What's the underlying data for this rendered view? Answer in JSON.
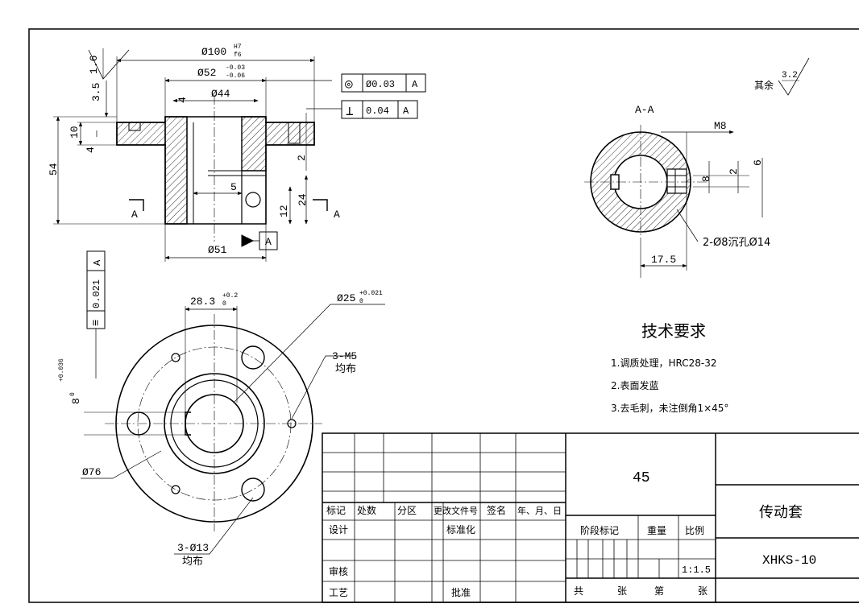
{
  "roughness": {
    "flange_face": "1.6",
    "others_label": "其余",
    "others_value": "3.2"
  },
  "section_view": {
    "label_top": "A-A",
    "cut_mark": "A",
    "thread": "M8",
    "hole_note": "2-Ø8沉孔Ø14",
    "dim_horizontal": "17.5",
    "dim_8": "8",
    "dim_2": "2",
    "dim_6": "6"
  },
  "front_view": {
    "dia_100": "Ø100",
    "dia_100_tol_upper": "H7",
    "dia_100_tol_lower": "f6",
    "dia_52": "Ø52",
    "dia_52_tol_upper": "-0.03",
    "dia_52_tol_lower": "-0.06",
    "dia_44": "Ø44",
    "dia_51": "Ø51",
    "dim_54": "54",
    "dim_10": "10",
    "dim_4_left": "4",
    "dim_3_5": "3.5",
    "dim_4_top": "4",
    "dim_5": "5",
    "dim_24": "24",
    "dim_12": "12",
    "dim_2": "2",
    "datum": "A"
  },
  "tolerance_frames": {
    "concentricity": {
      "symbol": "◎",
      "value": "Ø0.03",
      "datum": "A"
    },
    "perpendicularity": {
      "symbol": "⊥",
      "value": "0.04",
      "datum": "A"
    },
    "symmetry": {
      "symbol": "≡",
      "value": "0.021",
      "datum": "A"
    }
  },
  "top_view": {
    "dim_28_3": "28.3",
    "dim_28_3_tol": "+0.2",
    "dim_28_3_tol_lower": "0",
    "dia_25": "Ø25",
    "dia_25_tol": "+0.021",
    "dia_25_tol_lower": "0",
    "thread_note": "3-M5",
    "thread_note_2": "均布",
    "dim_8": "8",
    "dim_8_tol": "+0.036",
    "dim_8_tol_lower": "0",
    "dia_76": "Ø76",
    "hole_note": "3-Ø13",
    "hole_note_2": "均布"
  },
  "tech_requirements": {
    "title": "技术要求",
    "items": [
      "1.调质处理，HRC28-32",
      "2.表面发蓝",
      "3.去毛刺，未注倒角1×45°"
    ]
  },
  "title_block": {
    "material": "45",
    "part_name": "传动套",
    "drawing_no": "XHKS-10",
    "scale": "1:1.5",
    "header_labels": [
      "标记",
      "处数",
      "分区",
      "更改文件号",
      "签名",
      "年、月、日"
    ],
    "design": "设计",
    "standardization": "标准化",
    "review": "审核",
    "process": "工艺",
    "approve": "批准",
    "stage_mark": "阶段标记",
    "weight": "重量",
    "scale_label": "比例",
    "total": "共",
    "sheets": "张",
    "number": "第",
    "sheet": "张"
  }
}
